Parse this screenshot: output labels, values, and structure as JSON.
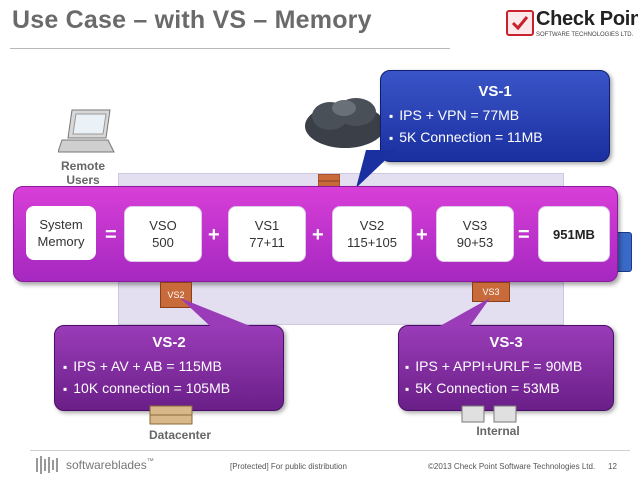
{
  "title": "Use Case – with VS – Memory",
  "logo": {
    "name": "Check Point",
    "sub": "SOFTWARE TECHNOLOGIES LTD."
  },
  "labels": {
    "remote_users": "Remote\nUsers",
    "datacenter": "Datacenter",
    "internal": "Internal"
  },
  "firewall_tags": {
    "vs2": "VS2",
    "vs3": "VS3"
  },
  "callouts": {
    "vs1": {
      "title": "VS-1",
      "items": [
        "IPS + VPN = 77MB",
        "5K Connection = 11MB"
      ]
    },
    "vs2": {
      "title": "VS-2",
      "items": [
        "IPS + AV + AB = 115MB",
        "10K connection = 105MB"
      ]
    },
    "vs3": {
      "title": "VS-3",
      "items": [
        "IPS + APPI+URLF = 90MB",
        "5K Connection = 53MB"
      ]
    }
  },
  "memory_row": {
    "system": [
      "System",
      "Memory"
    ],
    "vso": [
      "VSO",
      "500"
    ],
    "vs1": [
      "VS1",
      "77+11"
    ],
    "vs2": [
      "VS2",
      "115+105"
    ],
    "vs3": [
      "VS3",
      "90+53"
    ],
    "total": "951MB",
    "ops": [
      "=",
      "+",
      "+",
      "+",
      "="
    ]
  },
  "footer": {
    "brand": "softwareblades",
    "brand_tm": "™",
    "classification": "[Protected] For public distribution",
    "copyright": "©2013 Check Point Software Technologies Ltd.",
    "page": "12"
  },
  "colors": {
    "vs1_callout": "#2a40b8",
    "vs_purple": "#7f2aa0",
    "band": "#c535d0",
    "title": "#6a6a6a"
  },
  "icons": [
    "laptop-icon",
    "cloud-icon",
    "firewall-icon",
    "server-icon",
    "computer-icon"
  ]
}
